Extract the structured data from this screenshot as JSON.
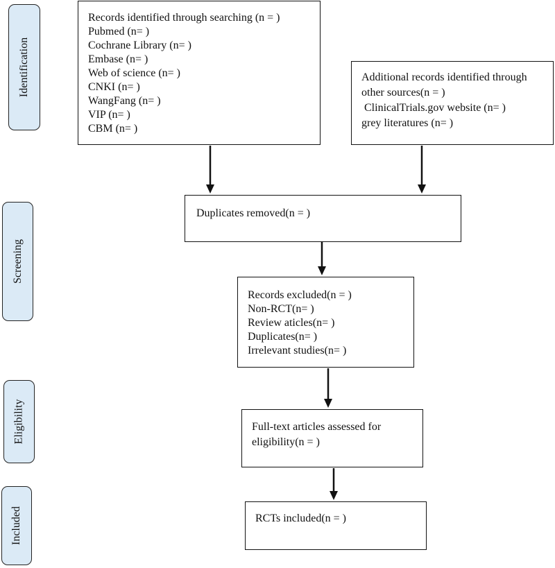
{
  "stages": {
    "identification": "Identification",
    "screening": "Screening",
    "eligibility": "Eligibility",
    "included": "Included"
  },
  "boxes": {
    "database_search": {
      "lines": [
        "Records identified through searching (n = )",
        "Pubmed (n= )",
        "Cochrane Library (n= )",
        "Embase (n= )",
        "Web of science (n= )",
        "CNKI (n= )",
        "WangFang (n= )",
        "VIP (n= )",
        "CBM (n= )"
      ]
    },
    "other_sources": {
      "lines": [
        "Additional records identified through",
        "other sources(n = )",
        " ClinicalTrials.gov website (n= )",
        "grey literatures (n= )"
      ]
    },
    "duplicates_removed": {
      "lines": [
        "Duplicates removed(n = )"
      ]
    },
    "records_excluded": {
      "lines": [
        "Records excluded(n = )",
        "Non-RCT(n= )",
        "Review aticles(n= )",
        "Duplicates(n= )",
        "Irrelevant studies(n= )"
      ]
    },
    "full_text": {
      "lines": [
        "Full-text articles assessed for",
        "eligibility(n = )"
      ]
    },
    "rcts_included": {
      "lines": [
        "RCTs included(n = )"
      ]
    }
  },
  "colors": {
    "stage_fill": "#dbeaf6",
    "border": "#111111",
    "arrow": "#111111"
  }
}
